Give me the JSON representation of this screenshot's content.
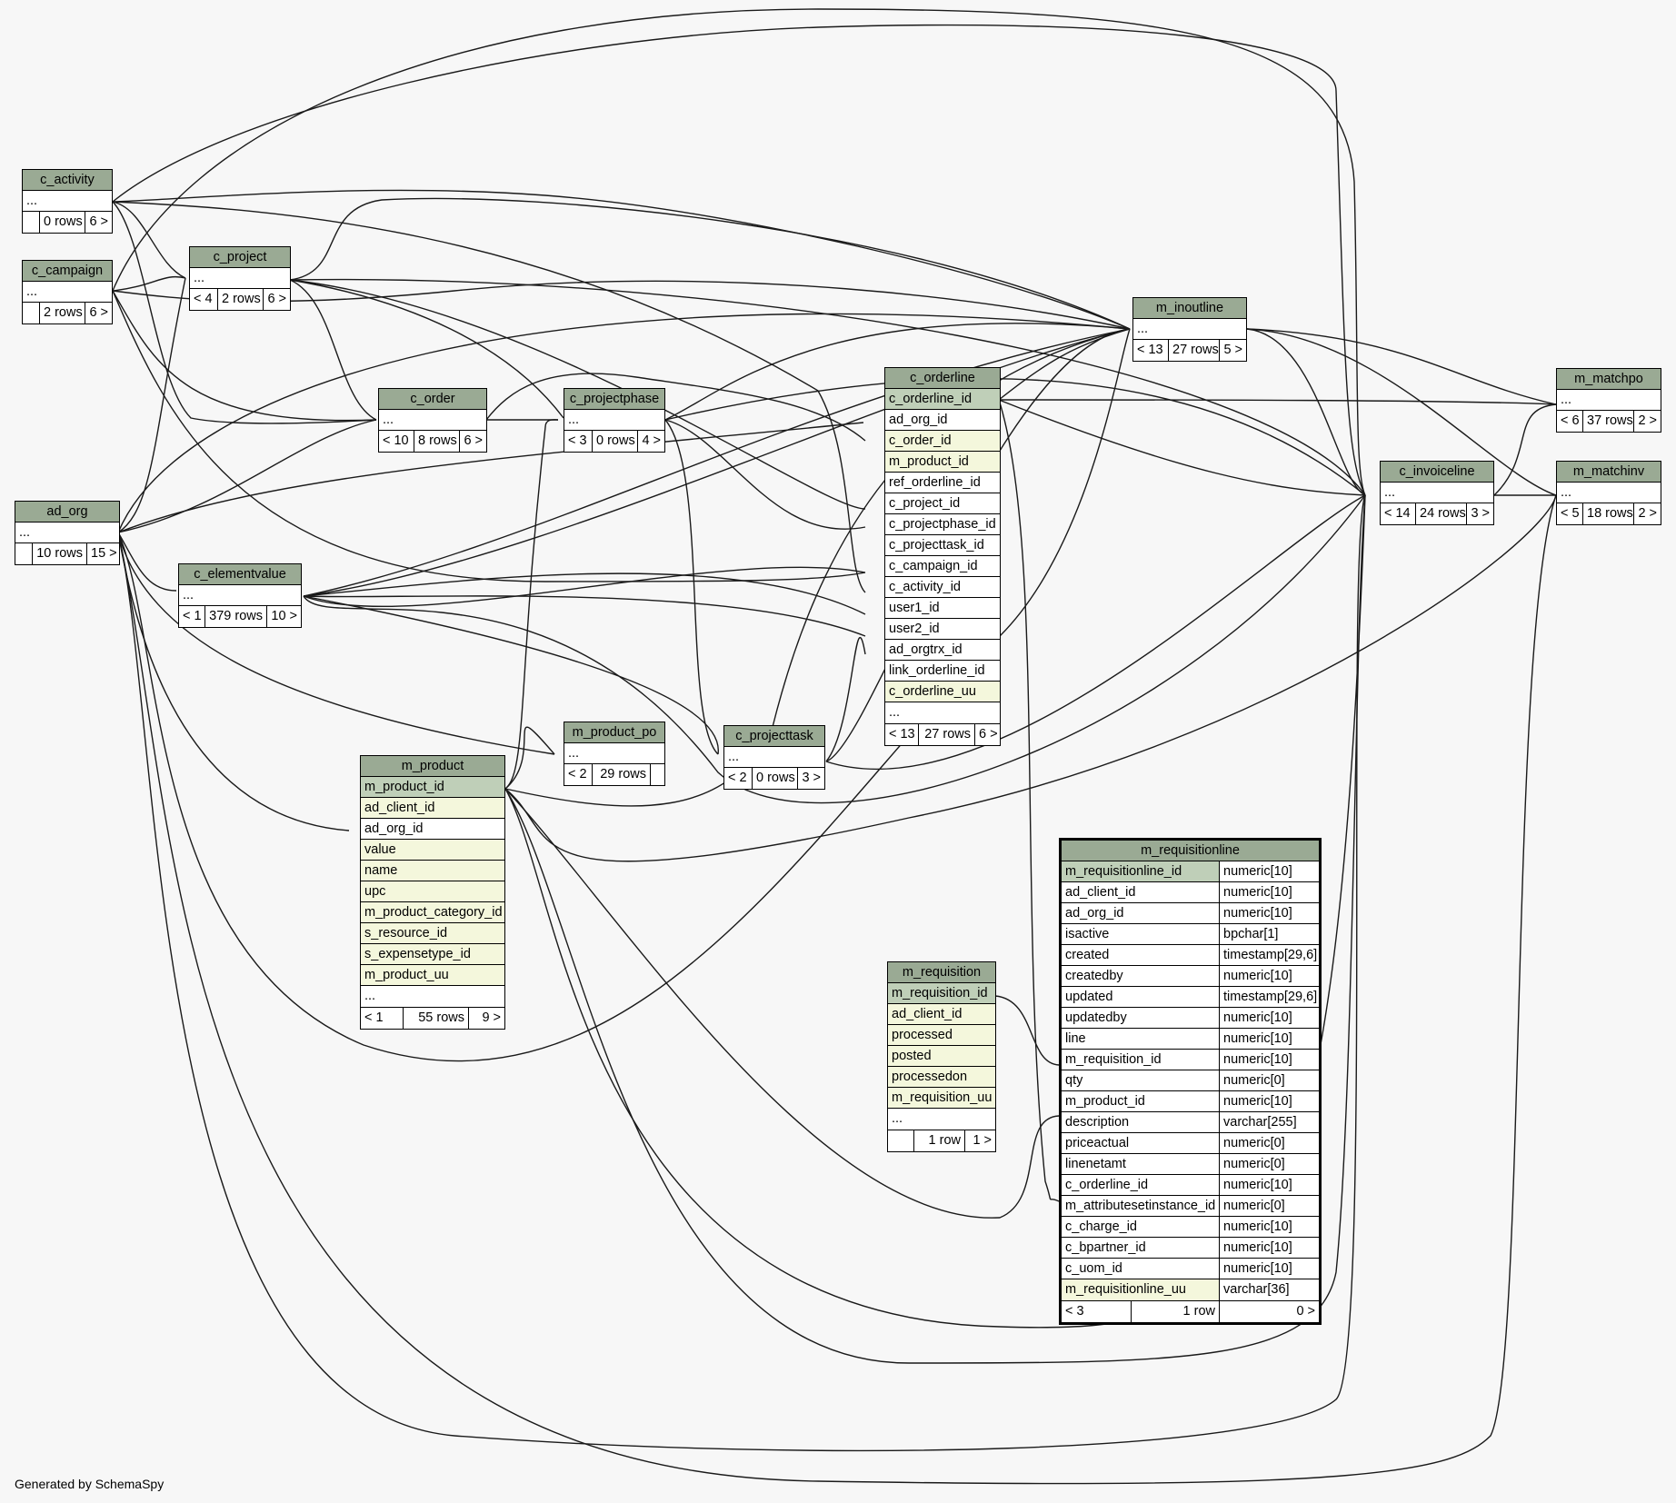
{
  "credit": "Generated by SchemaSpy",
  "tables": {
    "c_activity": {
      "name": "c_activity",
      "cols": [
        "..."
      ],
      "footer": [
        "",
        "0 rows",
        "6 >"
      ]
    },
    "c_campaign": {
      "name": "c_campaign",
      "cols": [
        "..."
      ],
      "footer": [
        "",
        "2 rows",
        "6 >"
      ]
    },
    "ad_org": {
      "name": "ad_org",
      "cols": [
        "..."
      ],
      "footer": [
        "",
        "10 rows",
        "15 >"
      ]
    },
    "c_project": {
      "name": "c_project",
      "cols": [
        "..."
      ],
      "footer": [
        "< 4",
        "2 rows",
        "6 >"
      ]
    },
    "c_order": {
      "name": "c_order",
      "cols": [
        "..."
      ],
      "footer": [
        "< 10",
        "8 rows",
        "6 >"
      ]
    },
    "c_projectphase": {
      "name": "c_projectphase",
      "cols": [
        "..."
      ],
      "footer": [
        "< 3",
        "0 rows",
        "4 >"
      ]
    },
    "c_elementvalue": {
      "name": "c_elementvalue",
      "cols": [
        "..."
      ],
      "footer": [
        "< 1",
        "379 rows",
        "10 >"
      ]
    },
    "m_product_po": {
      "name": "m_product_po",
      "cols": [
        "..."
      ],
      "footer": [
        "< 2",
        "29 rows",
        ""
      ]
    },
    "c_projecttask": {
      "name": "c_projecttask",
      "cols": [
        "..."
      ],
      "footer": [
        "< 2",
        "0 rows",
        "3 >"
      ]
    },
    "m_inoutline": {
      "name": "m_inoutline",
      "cols": [
        "..."
      ],
      "footer": [
        "< 13",
        "27 rows",
        "5 >"
      ]
    },
    "c_invoiceline": {
      "name": "c_invoiceline",
      "cols": [
        "..."
      ],
      "footer": [
        "< 14",
        "24 rows",
        "3 >"
      ]
    },
    "m_matchpo": {
      "name": "m_matchpo",
      "cols": [
        "..."
      ],
      "footer": [
        "< 6",
        "37 rows",
        "2 >"
      ]
    },
    "m_matchinv": {
      "name": "m_matchinv",
      "cols": [
        "..."
      ],
      "footer": [
        "< 5",
        "18 rows",
        "2 >"
      ]
    },
    "m_product": {
      "name": "m_product",
      "cols": [
        "m_product_id",
        "ad_client_id",
        "ad_org_id",
        "value",
        "name",
        "upc",
        "m_product_category_id",
        "s_resource_id",
        "s_expensetype_id",
        "m_product_uu",
        "..."
      ],
      "kinds": [
        "pk",
        "idx",
        "plain",
        "idx",
        "idx",
        "idx",
        "idx",
        "idx",
        "idx",
        "idx",
        "plain"
      ],
      "footer": [
        "< 1",
        "55 rows",
        "9 >"
      ]
    },
    "c_orderline": {
      "name": "c_orderline",
      "cols": [
        "c_orderline_id",
        "ad_org_id",
        "c_order_id",
        "m_product_id",
        "ref_orderline_id",
        "c_project_id",
        "c_projectphase_id",
        "c_projecttask_id",
        "c_campaign_id",
        "c_activity_id",
        "user1_id",
        "user2_id",
        "ad_orgtrx_id",
        "link_orderline_id",
        "c_orderline_uu",
        "..."
      ],
      "kinds": [
        "pk",
        "plain",
        "idx",
        "idx",
        "plain",
        "plain",
        "plain",
        "plain",
        "plain",
        "plain",
        "plain",
        "plain",
        "plain",
        "plain",
        "idx",
        "plain"
      ],
      "footer": [
        "< 13",
        "27 rows",
        "6 >"
      ]
    },
    "m_requisition": {
      "name": "m_requisition",
      "cols": [
        "m_requisition_id",
        "ad_client_id",
        "processed",
        "posted",
        "processedon",
        "m_requisition_uu",
        "..."
      ],
      "kinds": [
        "pk",
        "idx",
        "idx",
        "idx",
        "idx",
        "idx",
        "plain"
      ],
      "footer": [
        "",
        "1 row",
        "1 >"
      ]
    },
    "m_requisitionline": {
      "name": "m_requisitionline",
      "cols": [
        "m_requisitionline_id",
        "ad_client_id",
        "ad_org_id",
        "isactive",
        "created",
        "createdby",
        "updated",
        "updatedby",
        "line",
        "m_requisition_id",
        "qty",
        "m_product_id",
        "description",
        "priceactual",
        "linenetamt",
        "c_orderline_id",
        "m_attributesetinstance_id",
        "c_charge_id",
        "c_bpartner_id",
        "c_uom_id",
        "m_requisitionline_uu"
      ],
      "types": [
        "numeric[10]",
        "numeric[10]",
        "numeric[10]",
        "bpchar[1]",
        "timestamp[29,6]",
        "numeric[10]",
        "timestamp[29,6]",
        "numeric[10]",
        "numeric[10]",
        "numeric[10]",
        "numeric[0]",
        "numeric[10]",
        "varchar[255]",
        "numeric[0]",
        "numeric[0]",
        "numeric[10]",
        "numeric[0]",
        "numeric[10]",
        "numeric[10]",
        "numeric[10]",
        "varchar[36]"
      ],
      "kinds": [
        "pk",
        "plain",
        "plain",
        "plain",
        "plain",
        "plain",
        "plain",
        "plain",
        "plain",
        "plain",
        "plain",
        "plain",
        "plain",
        "plain",
        "plain",
        "plain",
        "plain",
        "plain",
        "plain",
        "plain",
        "idx"
      ],
      "footer": [
        "< 3",
        "1 row",
        "0 >"
      ]
    }
  },
  "colors": {
    "header": "#9aaa94",
    "primary_key": "#bfcfb8",
    "indexed": "#f4f7dc",
    "background": "#f7f7f7"
  }
}
